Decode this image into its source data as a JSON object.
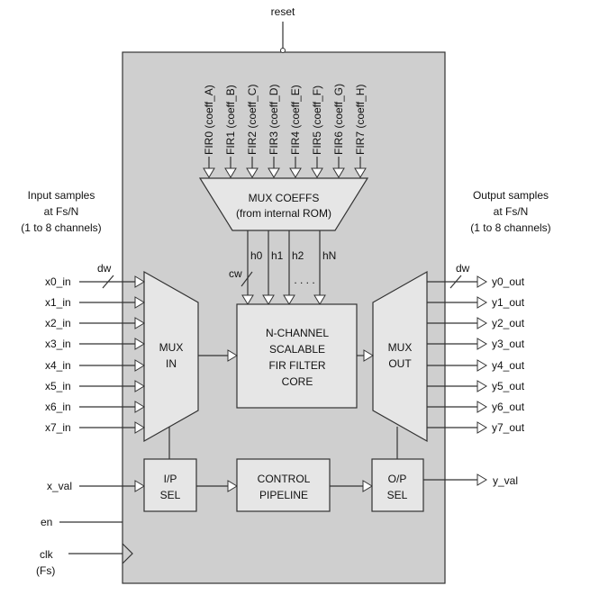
{
  "diagram": {
    "reset": "reset",
    "coeff_inputs": [
      "FIR0 (coeff_A)",
      "FIR1 (coeff_B)",
      "FIR2 (coeff_C)",
      "FIR3 (coeff_D)",
      "FIR4 (coeff_E)",
      "FIR5 (coeff_F)",
      "FIR6 (coeff_G)",
      "FIR7 (coeff_H)"
    ],
    "mux_coeffs": [
      "MUX COEFFS",
      "(from internal ROM)"
    ],
    "coeff_taps": [
      "h0",
      "h1",
      "h2",
      "hN"
    ],
    "taps_ellipsis": ". . . .",
    "cw": "cw",
    "core": [
      "N-CHANNEL",
      "SCALABLE",
      "FIR FILTER",
      "CORE"
    ],
    "mux_in": [
      "MUX",
      "IN"
    ],
    "mux_out": [
      "MUX",
      "OUT"
    ],
    "input_caption": [
      "Input samples",
      "at Fs/N",
      "(1 to 8 channels)"
    ],
    "output_caption": [
      "Output samples",
      "at Fs/N",
      "(1 to 8 channels)"
    ],
    "dw": "dw",
    "inputs": [
      "x0_in",
      "x1_in",
      "x2_in",
      "x3_in",
      "x4_in",
      "x5_in",
      "x6_in",
      "x7_in"
    ],
    "outputs": [
      "y0_out",
      "y1_out",
      "y2_out",
      "y3_out",
      "y4_out",
      "y5_out",
      "y6_out",
      "y7_out"
    ],
    "ip_sel": [
      "I/P",
      "SEL"
    ],
    "control": [
      "CONTROL",
      "PIPELINE"
    ],
    "op_sel": [
      "O/P",
      "SEL"
    ],
    "x_val": "x_val",
    "y_val": "y_val",
    "en": "en",
    "clk": [
      "clk",
      "(Fs)"
    ]
  }
}
